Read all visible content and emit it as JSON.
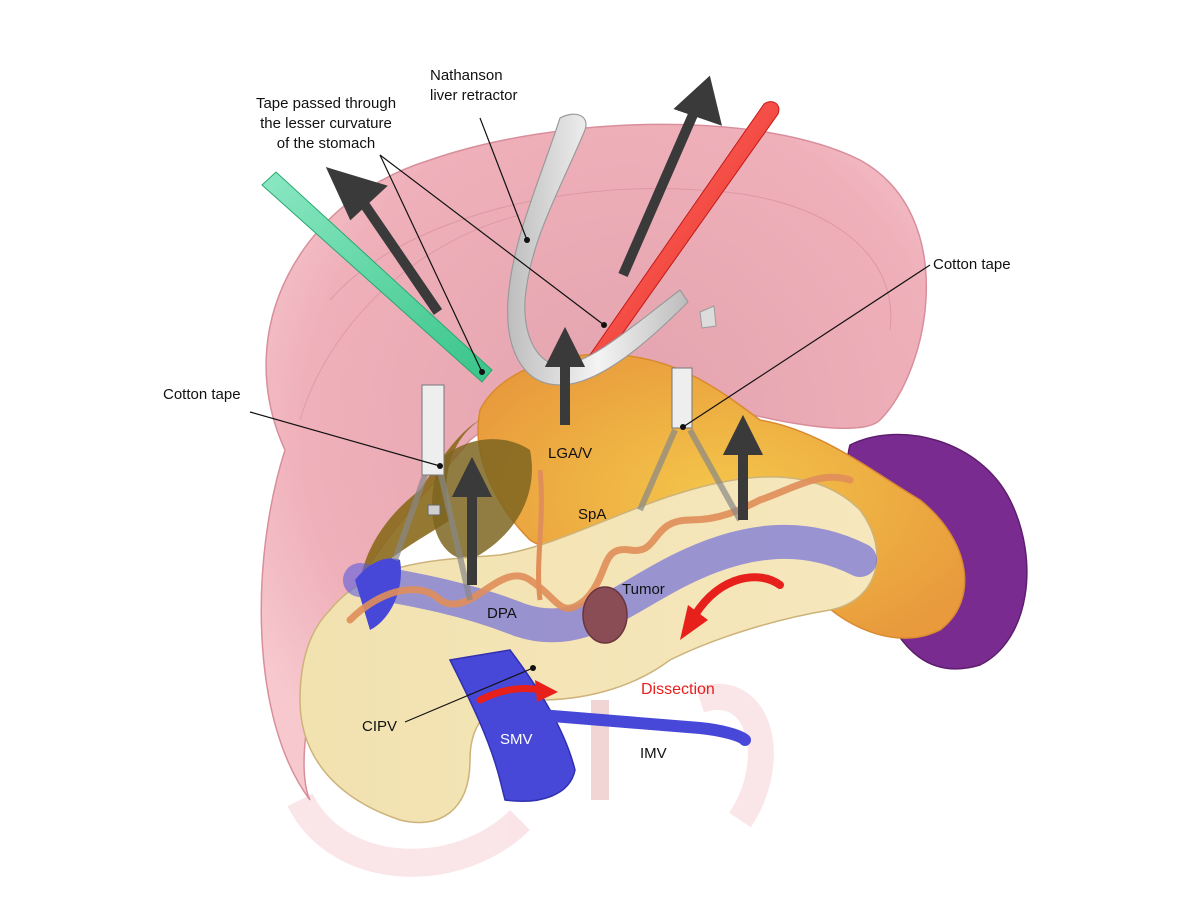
{
  "labels": {
    "nathanson": [
      "Nathanson",
      "liver retractor"
    ],
    "tape_lesser": [
      "Tape passed through",
      "the lesser curvature",
      "of the stomach"
    ],
    "cotton_tape_left": "Cotton tape",
    "cotton_tape_right": "Cotton tape",
    "lgav": "LGA/V",
    "spa": "SpA",
    "dpa": "DPA",
    "tumor": "Tumor",
    "dissection": "Dissection",
    "cipv": "CIPV",
    "smv": "SMV",
    "imv": "IMV"
  },
  "colors": {
    "stomach": "#f2b5be",
    "stomach_inner": "#e8a7b2",
    "mesentery_fat": "#f0b838",
    "orange_fat": "#eea14a",
    "pancreas": "#f3e3b4",
    "vein_blue": "#4b4bd8",
    "spleen": "#7a2b8f",
    "arrow_dark": "#3a3a3a",
    "arrow_red": "#e8201c",
    "tape_green": "#5fd6a4",
    "tape_red": "#f0463c",
    "retractor": "#d9d9d9",
    "artery": "#e09a6a",
    "tumor": "#8a4c55"
  }
}
